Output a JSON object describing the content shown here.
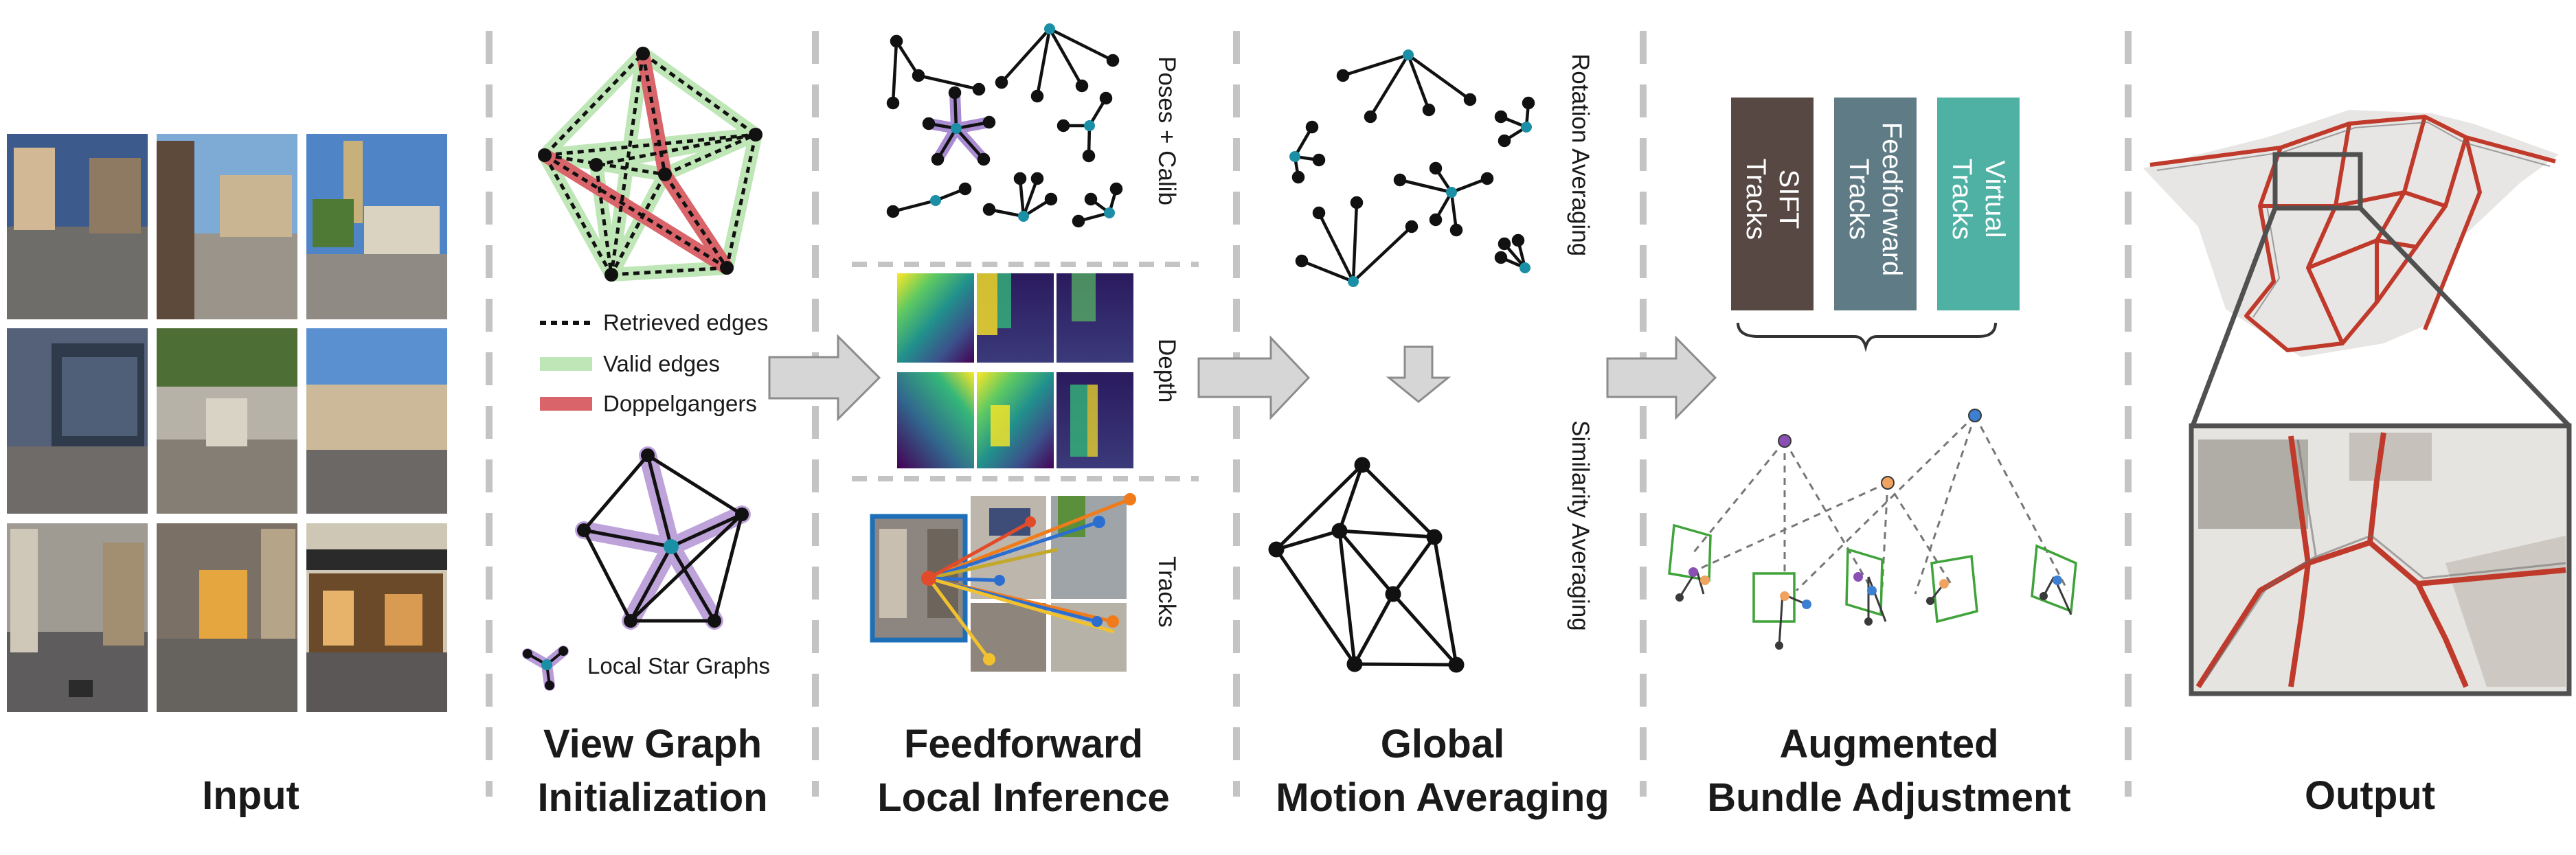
{
  "stages": {
    "input": "Input",
    "view_graph_1": "View Graph",
    "view_graph_2": "Initialization",
    "feedforward_1": "Feedforward",
    "feedforward_2": "Local Inference",
    "global_1": "Global",
    "global_2": "Motion Averaging",
    "augmented_1": "Augmented",
    "augmented_2": "Bundle Adjustment",
    "output": "Output"
  },
  "view_graph": {
    "legend": {
      "retrieved": "Retrieved edges",
      "valid": "Valid edges",
      "doppelgangers": "Doppelgangers"
    },
    "star_legend": "Local Star Graphs"
  },
  "local_inference": {
    "poses_label": "Poses + Calib",
    "depth_label": "Depth",
    "tracks_label": "Tracks"
  },
  "motion_averaging": {
    "rotation_label": "Rotation Averaging",
    "similarity_label": "Similarity Averaging"
  },
  "bundle_adjustment": {
    "tracks": [
      {
        "line1": "SIFT",
        "line2": "Tracks",
        "color": "#574844"
      },
      {
        "line1": "Feedforward",
        "line2": "Tracks",
        "color": "#5f7c86"
      },
      {
        "line1": "Virtual",
        "line2": "Tracks",
        "color": "#4fb0a4"
      }
    ]
  },
  "colors": {
    "dashed_separator": "#c4c4c4",
    "arrow_fill": "#d6d6d6",
    "valid_edge": "#bfe6b6",
    "doppelganger": "#d9656b",
    "star_highlight": "#a98bd1",
    "teal_node": "#1b8fa6",
    "reconstruction_path": "#c03a2b",
    "camera_frame": "#3fa33a"
  }
}
